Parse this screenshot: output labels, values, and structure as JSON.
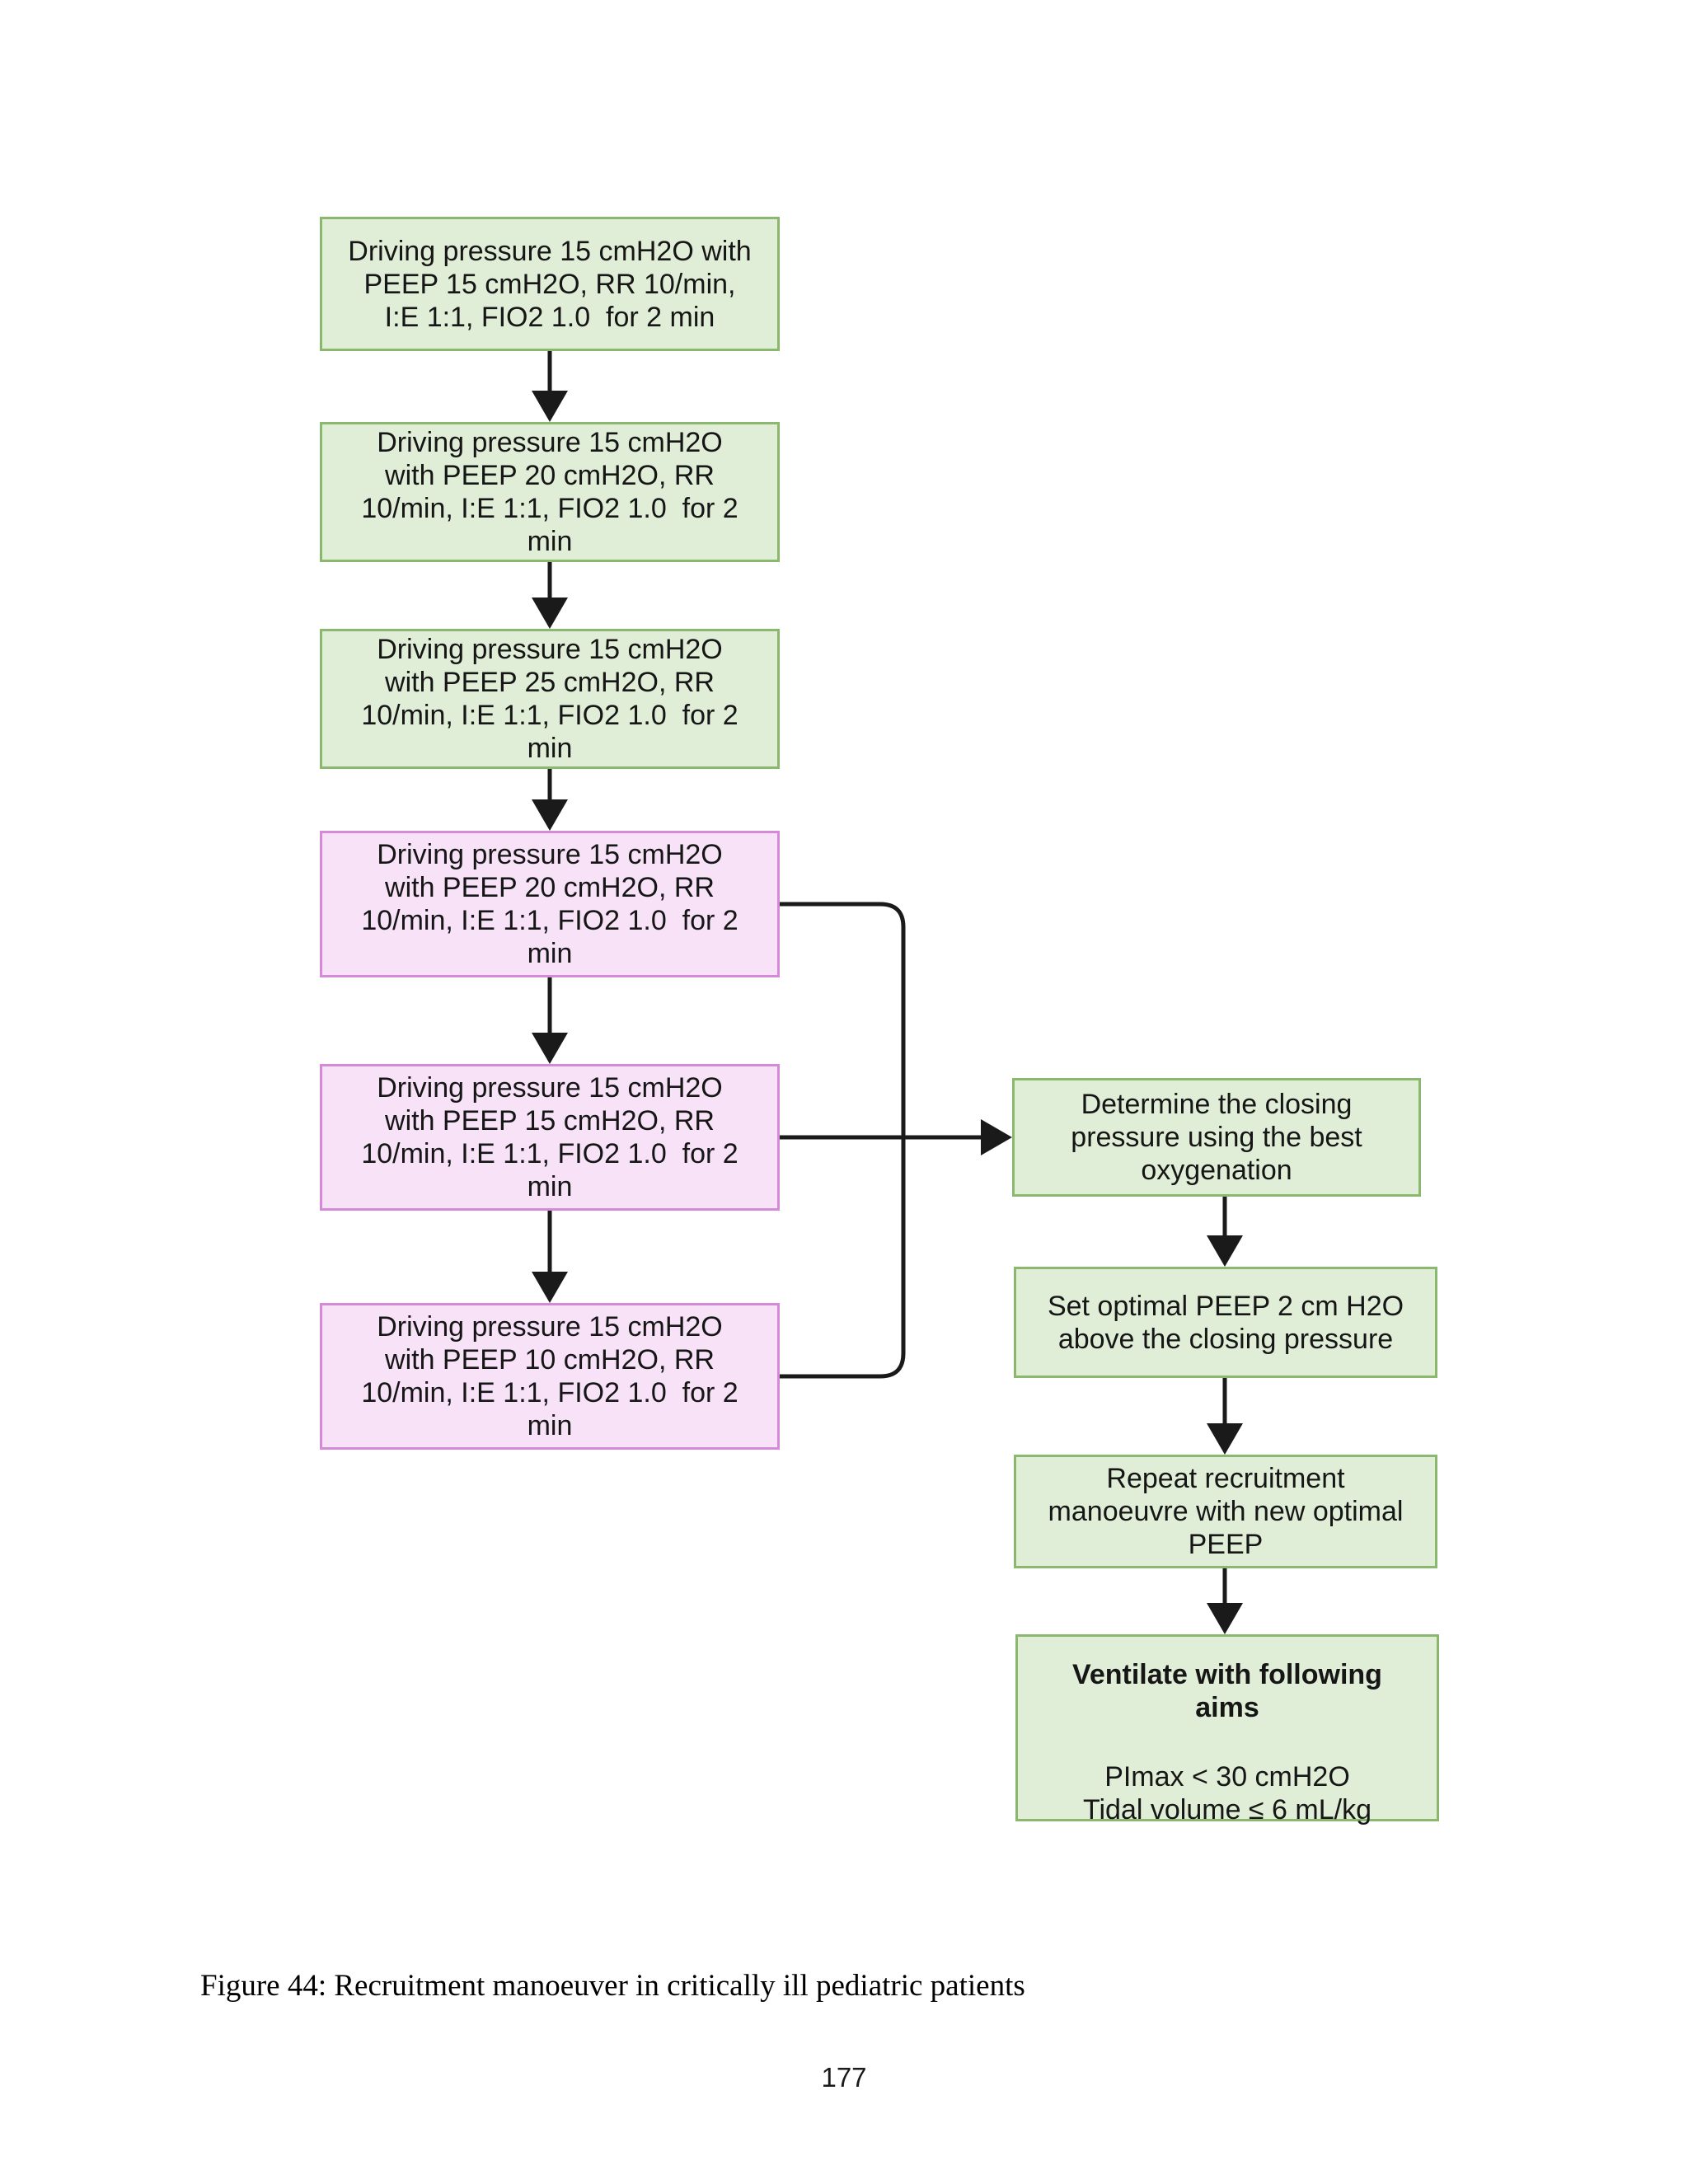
{
  "page": {
    "caption": "Figure 44: Recruitment manoeuver in critically ill pediatric patients",
    "page_number": "177"
  },
  "colors": {
    "green_fill": "#e0edd7",
    "green_border": "#8ab86e",
    "pink_fill": "#f7e2f8",
    "pink_border": "#d48ad6",
    "connector": "#1a1a1a"
  },
  "flowchart": {
    "left_boxes": [
      {
        "variant": "green",
        "text": "Driving pressure 15 cmH2O with\nPEEP 15 cmH2O, RR 10/min,\nI:E 1:1, FIO2 1.0  for 2 min"
      },
      {
        "variant": "green",
        "text": "Driving pressure 15 cmH2O\nwith PEEP 20 cmH2O, RR\n10/min, I:E 1:1, FIO2 1.0  for 2\nmin"
      },
      {
        "variant": "green",
        "text": "Driving pressure 15 cmH2O\nwith PEEP 25 cmH2O, RR\n10/min, I:E 1:1, FIO2 1.0  for 2\nmin"
      },
      {
        "variant": "pink",
        "text": "Driving pressure 15 cmH2O\nwith PEEP 20 cmH2O, RR\n10/min, I:E 1:1, FIO2 1.0  for 2\nmin"
      },
      {
        "variant": "pink",
        "text": "Driving pressure 15 cmH2O\nwith PEEP 15 cmH2O, RR\n10/min, I:E 1:1, FIO2 1.0  for 2\nmin"
      },
      {
        "variant": "pink",
        "text": "Driving pressure 15 cmH2O\nwith PEEP 10 cmH2O, RR\n10/min, I:E 1:1, FIO2 1.0  for 2\nmin"
      }
    ],
    "right_boxes": [
      {
        "variant": "green",
        "text": "Determine the closing\npressure using the best\noxygenation"
      },
      {
        "variant": "green",
        "text": "Set optimal PEEP 2 cm H2O\nabove the closing pressure"
      },
      {
        "variant": "green",
        "text": "Repeat recruitment\nmanoeuvre with new optimal\nPEEP"
      }
    ],
    "final_box": {
      "title": "Ventilate with following\naims",
      "body": "PImax < 30 cmH2O\nTidal volume ≤ 6 mL/kg"
    }
  }
}
